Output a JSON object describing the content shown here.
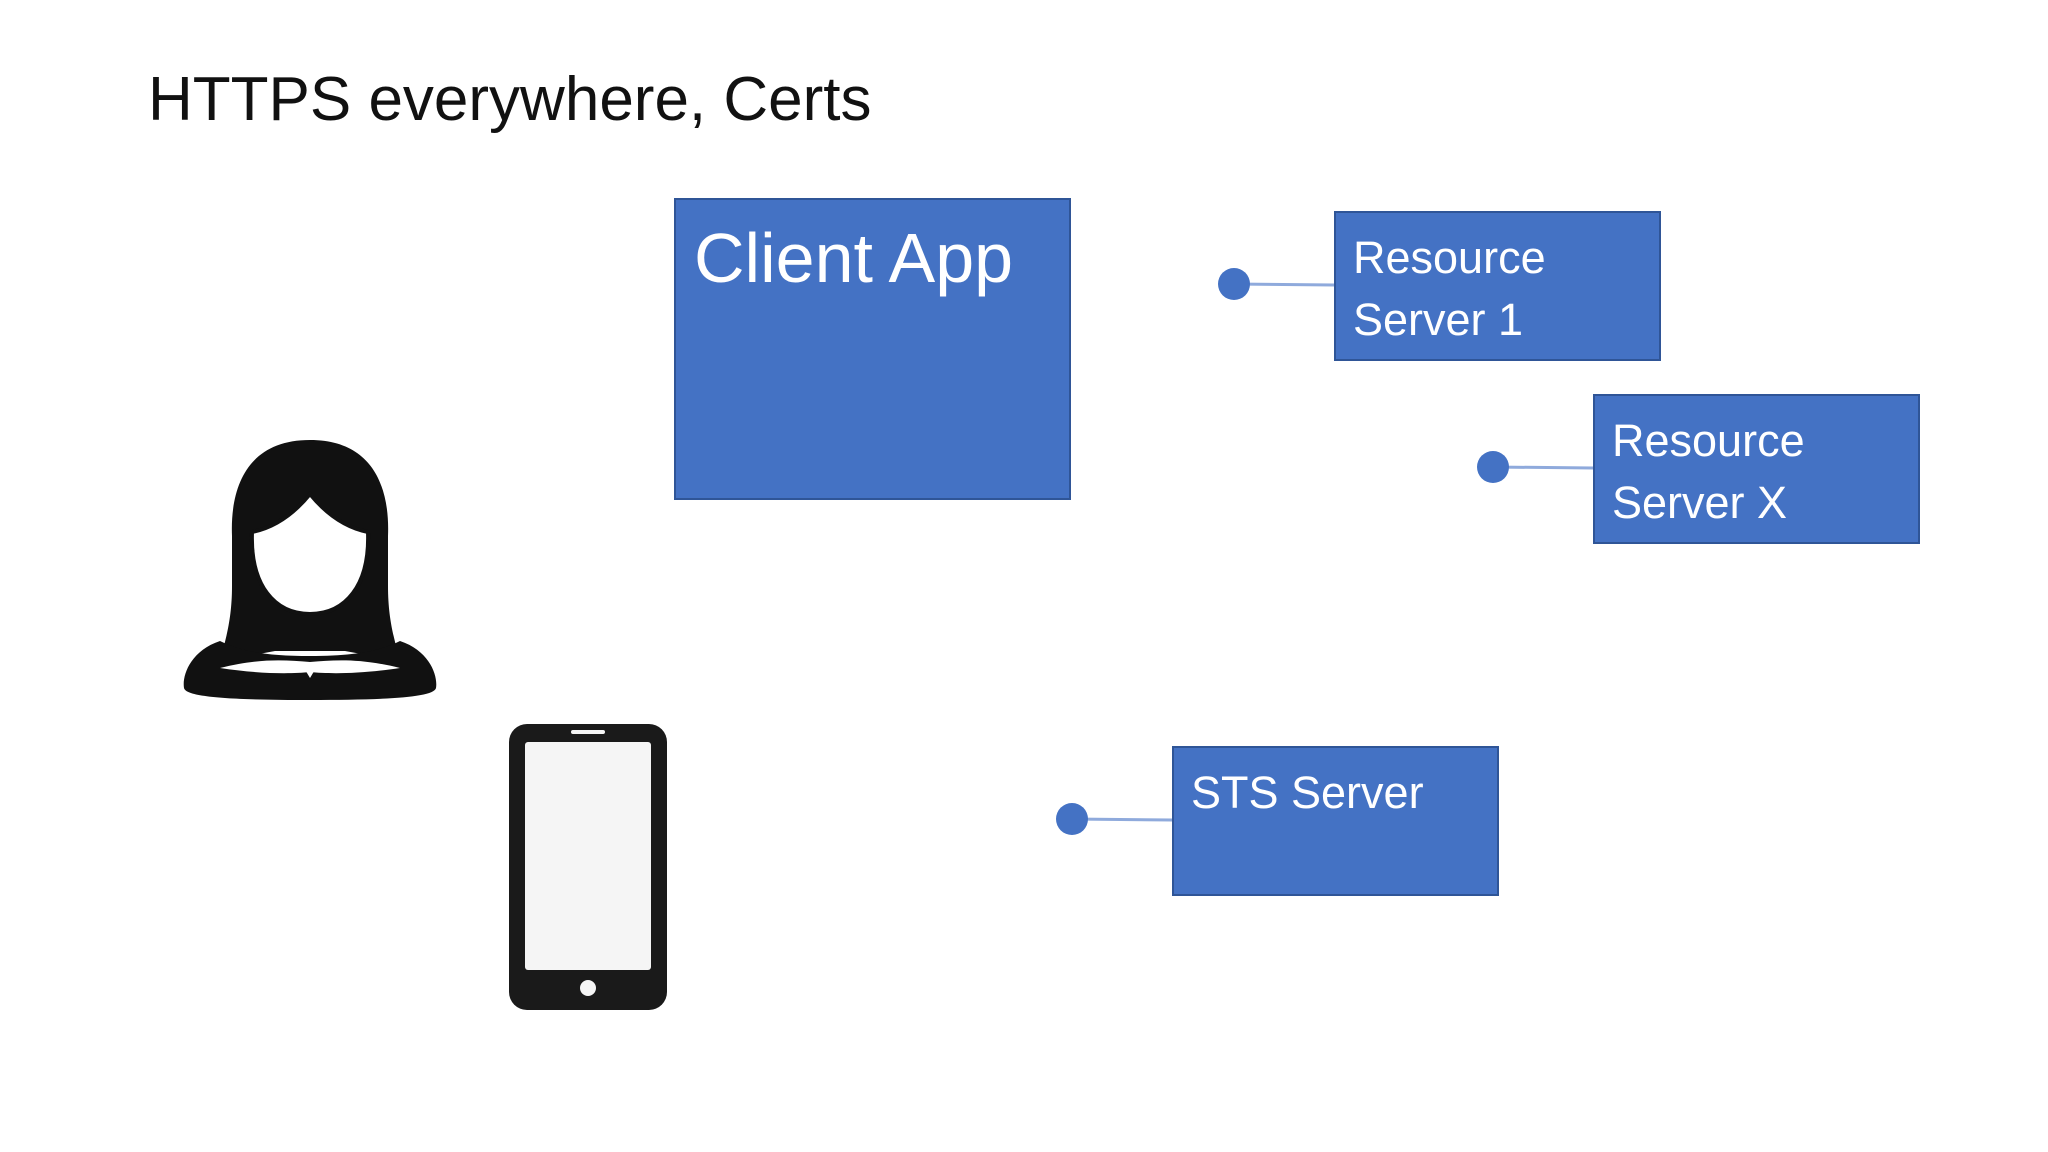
{
  "title": "HTTPS everywhere, Certs",
  "colors": {
    "box_fill": "#4472c4",
    "box_border": "#2f5597",
    "connector": "#4472c4",
    "icon": "#111111"
  },
  "nodes": {
    "client_app": {
      "label": "Client App"
    },
    "resource_server_1": {
      "label": "Resource\nServer 1"
    },
    "resource_server_x": {
      "label": "Resource\nServer X"
    },
    "sts_server": {
      "label": "STS Server"
    }
  },
  "icons": {
    "user": "person-icon",
    "device": "mobile-phone-icon"
  }
}
